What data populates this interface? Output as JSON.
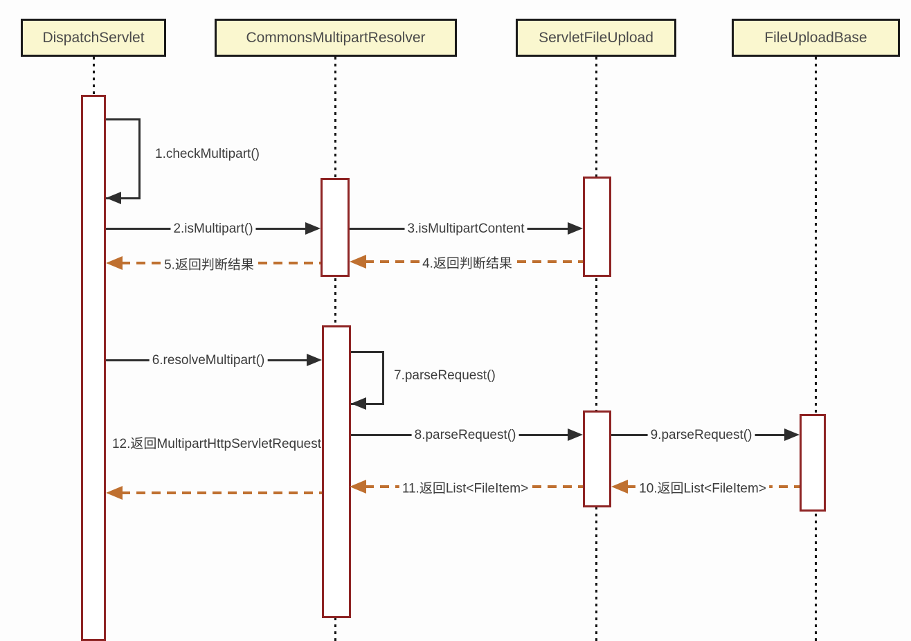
{
  "diagram": {
    "type": "uml-sequence-diagram",
    "topic": "Spring MVC multipart file upload resolution flow",
    "participants": [
      {
        "id": "dispatch-servlet",
        "label": "DispatchServlet"
      },
      {
        "id": "commons-multipart-resolver",
        "label": "CommonsMultipartResolver"
      },
      {
        "id": "servlet-file-upload",
        "label": "ServletFileUpload"
      },
      {
        "id": "file-upload-base",
        "label": "FileUploadBase"
      }
    ],
    "messages": [
      {
        "num": "1",
        "label": "1.checkMultipart()",
        "from": "DispatchServlet",
        "to": "DispatchServlet",
        "type": "self-call"
      },
      {
        "num": "2",
        "label": "2.isMultipart()",
        "from": "DispatchServlet",
        "to": "CommonsMultipartResolver",
        "type": "call"
      },
      {
        "num": "3",
        "label": "3.isMultipartContent",
        "from": "CommonsMultipartResolver",
        "to": "ServletFileUpload",
        "type": "call"
      },
      {
        "num": "4",
        "label": "4.返回判断结果",
        "from": "ServletFileUpload",
        "to": "CommonsMultipartResolver",
        "type": "return"
      },
      {
        "num": "5",
        "label": "5.返回判断结果",
        "from": "CommonsMultipartResolver",
        "to": "DispatchServlet",
        "type": "return"
      },
      {
        "num": "6",
        "label": "6.resolveMultipart()",
        "from": "DispatchServlet",
        "to": "CommonsMultipartResolver",
        "type": "call"
      },
      {
        "num": "7",
        "label": "7.parseRequest()",
        "from": "CommonsMultipartResolver",
        "to": "CommonsMultipartResolver",
        "type": "self-call"
      },
      {
        "num": "8",
        "label": "8.parseRequest()",
        "from": "CommonsMultipartResolver",
        "to": "ServletFileUpload",
        "type": "call"
      },
      {
        "num": "9",
        "label": "9.parseRequest()",
        "from": "ServletFileUpload",
        "to": "FileUploadBase",
        "type": "call"
      },
      {
        "num": "10",
        "label": "10.返回List<FileItem>",
        "from": "FileUploadBase",
        "to": "ServletFileUpload",
        "type": "return"
      },
      {
        "num": "11",
        "label": "11.返回List<FileItem>",
        "from": "ServletFileUpload",
        "to": "CommonsMultipartResolver",
        "type": "return"
      },
      {
        "num": "12",
        "label": "12.返回MultipartHttpServletRequest",
        "from": "CommonsMultipartResolver",
        "to": "DispatchServlet",
        "type": "return"
      }
    ],
    "colors": {
      "participant_fill": "#faf7cf",
      "participant_border": "#1a1a1a",
      "activation_border": "#8e2424",
      "call_arrow": "#2e2e2e",
      "return_arrow": "#bf7030",
      "text": "#3c3c3c",
      "background": "#fdfdfd"
    }
  }
}
